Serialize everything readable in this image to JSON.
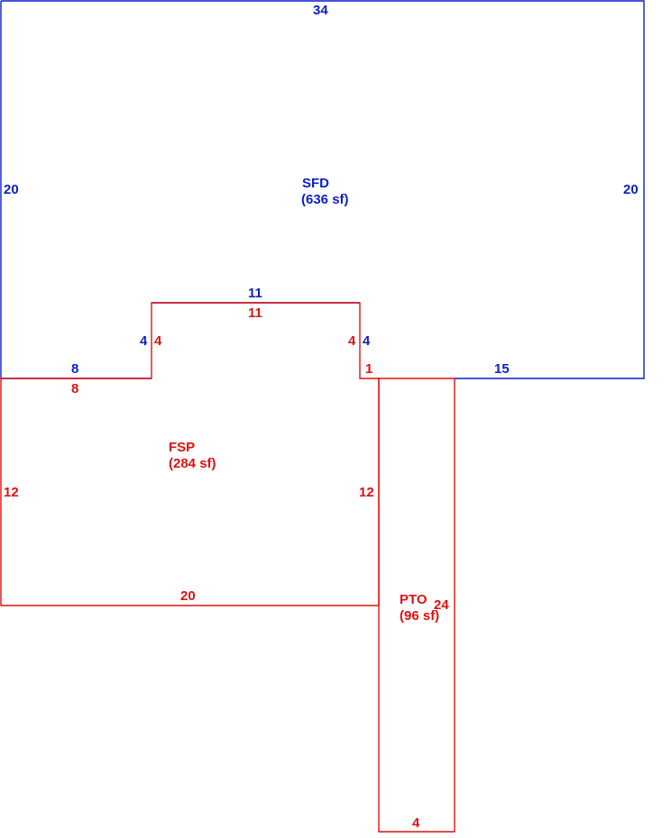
{
  "colors": {
    "sfd": "#0a1fc8",
    "fsp": "#e01010",
    "pto": "#e01010"
  },
  "areas": {
    "sfd": {
      "code": "SFD",
      "area": "(636 sf)"
    },
    "fsp": {
      "code": "FSP",
      "area": "(284 sf)"
    },
    "pto": {
      "code": "PTO",
      "area": "(96 sf)"
    }
  },
  "dimensions": {
    "sfd_top": "34",
    "sfd_left": "20",
    "sfd_right": "20",
    "sfd_bottom_left": "8",
    "sfd_notch_left": "4",
    "sfd_notch_top": "11",
    "sfd_notch_right": "4",
    "sfd_bottom_right": "15",
    "fsp_top_left": "8",
    "fsp_notch_left": "4",
    "fsp_notch_top": "11",
    "fsp_notch_right": "4",
    "fsp_step": "1",
    "fsp_left": "12",
    "fsp_right": "12",
    "fsp_bottom": "20",
    "pto_right": "24",
    "pto_bottom": "4"
  }
}
